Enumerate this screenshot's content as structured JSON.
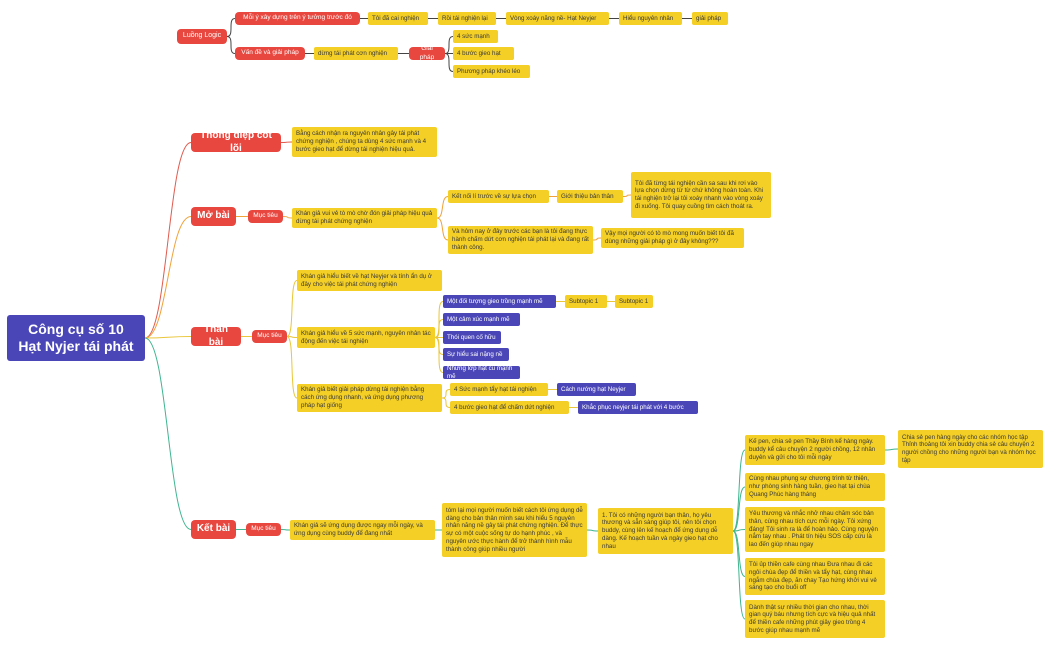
{
  "root": {
    "line1": "Công cụ số 10",
    "line2": "Hạt Nyjer tái phát"
  },
  "logic": {
    "title": "Luồng Logic",
    "branch1": {
      "label": "Mỗi ý xây dựng trên ý tưởng trước đó",
      "chain": [
        "Tôi đã cai nghiện",
        "Rồi tái nghiện lại",
        "Vòng xoáy năng nề- Hạt Neyjer",
        "Hiểu nguyên nhân",
        "giải pháp"
      ]
    },
    "branch2": {
      "label": "Vấn đề và giải pháp",
      "step": "dừng tái phát cơn nghiện",
      "solution": "Giải pháp",
      "items": [
        "4 sức mạnh",
        "4 bước gieo hạt",
        "Phương pháp khéo léo"
      ]
    }
  },
  "sections": {
    "thong_diep": {
      "title": "Thông điệp cốt lõi",
      "text": "Bằng cách nhận ra nguyên nhân gây tái phát chứng nghiện , chúng ta dùng 4 sức mạnh và 4 bước gieo hạt để dừng tái nghiện hiệu quả."
    },
    "mo_bai": {
      "title": "Mở bài",
      "muc_tieu": "Mục tiêu",
      "goal": "Khán giả vui vẻ tò mò chờ đón giải pháp hiệu quả dừng tái phát chứng nghiện",
      "b1": "Kết nối lí trước về sự lựa chọn",
      "b1_child": "Giới thiệu bản thân",
      "b1_text": "Tôi đã từng tái nghiện cần sa sau khi rơi vào lựa chọn dừng từ từ chứ không hoàn toàn. Khi tái nghiện trở lại tôi xoáy nhanh vào vòng xoáy đi xuống. Tôi quay cuồng tìm cách thoát ra.",
      "b2": "Và hôm nay ở đây trước các bạn là tôi đang thực hành chấm dứt cơn nghiện tái phát lại và đang rất thành công.",
      "b2_child": "Vậy mọi người có tò mò mong muốn biết tôi đã dùng những giải pháp gì ở đây không???"
    },
    "than_bai": {
      "title": "Thân bài",
      "muc_tieu": "Mục tiêu",
      "g1": "Khán giả hiểu biết về hạt Neyjer và tính ẩn dụ ở đây cho việc tái phát chứng nghiện",
      "g2": "Khán giả hiểu về 5 sức mạnh, nguyên nhân tác động đến việc tái nghiện",
      "g2_items": [
        "Một đối tượng gieo trồng mạnh mẽ",
        "Một cảm xúc mạnh mẽ",
        "Thói quen cố hữu",
        "Sự hiểu sai nặng nề",
        "Những lớp hạt cũ mạnh mẽ"
      ],
      "subtopic1": "Subtopic 1",
      "subtopic2": "Subtopic 1",
      "g3": "Khán giả biết giải pháp dừng tái nghiện bằng cách ứng dụng nhanh, và ứng dụng phương pháp hạt giống",
      "g3_a": "4 Sức mạnh tẩy hạt tái nghiện",
      "g3_a_child": "Cách nướng hạt Neyjer",
      "g3_b": "4 bước gieo hạt để chấm dứt nghiện",
      "g3_b_child": "Khắc phục neyjer tái phát với 4 bước"
    },
    "ket_bai": {
      "title": "Kết bài",
      "muc_tieu": "Mục tiêu",
      "goal": "Khán giả sẽ ứng dụng được ngay mỗi ngày, và ứng dụng cùng buddy để đang nhất",
      "summary": "tóm lại mọi người muốn biết cách tôi ứng dụng dễ dàng cho bản thân mình sau khi hiểu 5 nguyên nhân năng nề gây tái phát chứng nghiện. Để thực sự có một cuộc sống tự do hạnh phúc , và nguyên ước thực hành để trở thành hình mẫu thành công giúp nhiều người",
      "step1": "1. Tôi có những người bạn thân, họ yêu thương và sẵn sàng giúp tôi, nên tôi chọn buddy, cùng lên kế hoạch để ứng dụng dễ dàng. Kế hoạch tuần và ngày gieo hạt cho nhau",
      "leaves": [
        "Kế pen, chia sẻ pen Thầy Bình kể hàng ngày. buddy kể câu chuyện 2 người chồng, 12 nhân duyên và gửi cho tôi mỗi ngày",
        "Cùng nhau phụng sự chương trình từ thiện, như phòng sinh hàng tuần, gieo hạt tại chùa Quang Phúc hàng tháng",
        "Yêu thương và nhắc nhở nhau chăm sóc bản thân, cùng nhau tích cực mỗi ngày. Tôi xứng đáng! Tôi sinh ra là để hoàn hảo. Cùng nguyện nắm tay nhau . Phát tín hiệu SOS cấp cứu là lao đến giúp nhau ngay",
        "Tôi ủp thiền cafe cùng nhau Đưa nhau đi các ngôi chùa đẹp để thiền và tẩy hạt, cùng nhau ngắm chùa đẹp, ăn chay Tạo hứng khởi vui vẻ sáng tạo cho buổi off",
        "Dành thật sự nhiều thời gian cho nhau, thời gian quý báu nhưng tích cực và hiệu quả nhất để thiền cafe những phút giây gieo trồng 4 bước giúp nhau mạnh mẽ"
      ],
      "leaf1_child": "Chia sẻ pen hàng ngày cho các nhóm học tập Thỉnh thoảng tôi xin buddy chia sẻ câu chuyện 2 người chồng cho những người bạn và nhóm học tập"
    }
  },
  "colors": {
    "root": "#4a46b8",
    "red": "#e8473f",
    "yellow": "#f4cf25",
    "purple": "#4a46b8",
    "line_red": "#e05a4e",
    "line_orange": "#f0a23a",
    "line_yellow": "#e9c63a",
    "line_green": "#3fb58f"
  }
}
